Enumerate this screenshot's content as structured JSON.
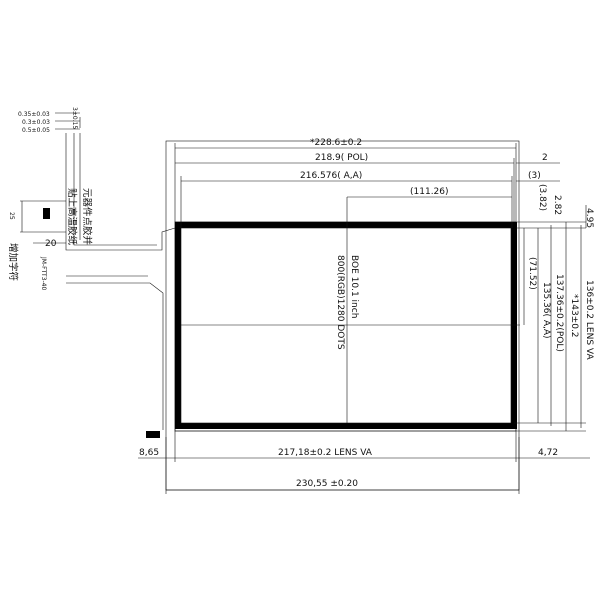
{
  "drawing": {
    "top_dims": {
      "overall": "*228.6±0.2",
      "pol": "218.9( POL)",
      "aa": "216.576( A,A)",
      "center": "(111.26)",
      "right_2": "2",
      "right_3": "(3)",
      "right_382": "(3.82)",
      "right_282": "2.82"
    },
    "right_dims": {
      "d495": "4.95",
      "lens_va": "136±0.2 LENS VA",
      "overall_h": "*143±0.2",
      "pol_h": "137.36±0.2(POL)",
      "aa_h": "135.36( A,A)",
      "half_h": "(71.52)"
    },
    "bottom_dims": {
      "left_offset": "8,65",
      "lens_va_w": "217,18±0.2 LENS VA",
      "right_offset": "4,72",
      "overall_w": "230,55 ±0.20"
    },
    "panel_text": {
      "model": "BOE 10.1 inch",
      "resolution": "800(RGB)1280 DOTS"
    },
    "fpc": {
      "t1": "0.35±0.03",
      "t2": "0.3±0.03",
      "t3": "0.5±0.05",
      "t4": "3±0.15",
      "dim25": "25",
      "dim20": "20",
      "note1": "元器件点胶并",
      "note2": "贴上高温胶纸",
      "note3": "增加字符",
      "label": "JM-FTT3-40"
    }
  }
}
